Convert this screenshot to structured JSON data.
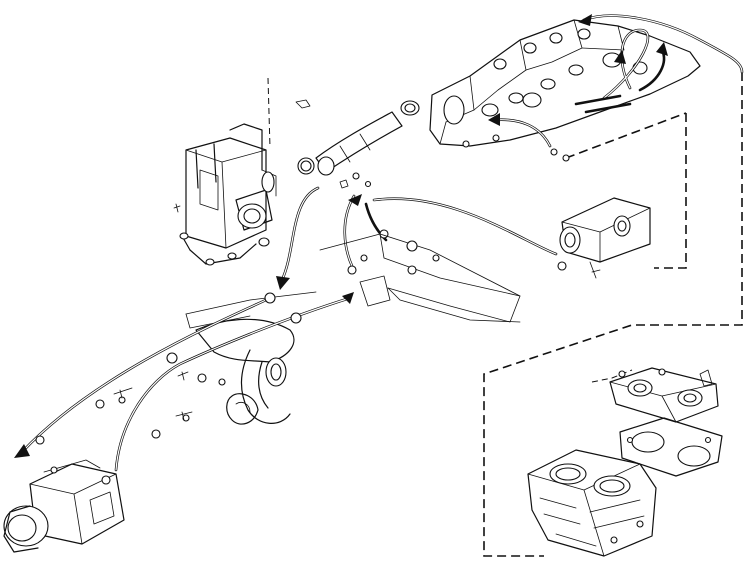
{
  "diagram": {
    "style": "monochrome exploded line drawing",
    "colors": {
      "ink": "#111111",
      "background": "#ffffff"
    },
    "components": [
      "exhaust-manifold",
      "ignition-box",
      "exhaust-elbow-pipe",
      "coolant-hose-routing",
      "exhaust-chamber",
      "muffler",
      "cylinder-head",
      "head-gaskets",
      "cylinder-block",
      "outlet-fitting"
    ]
  }
}
